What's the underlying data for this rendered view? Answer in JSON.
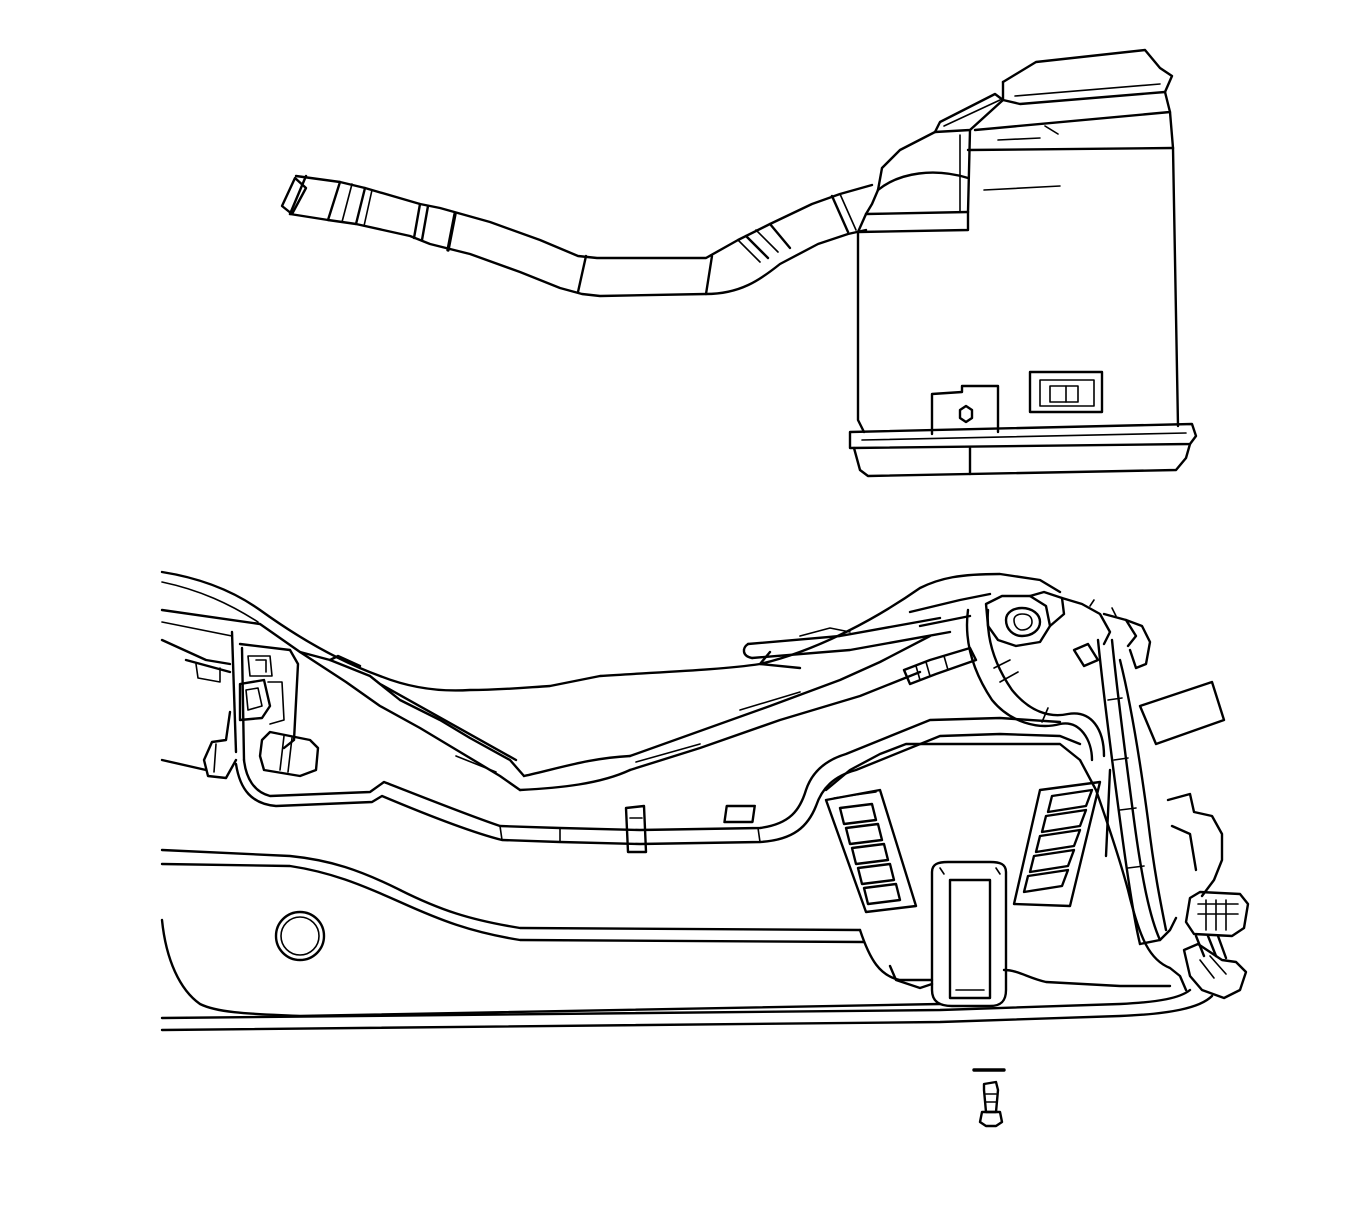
{
  "diagram": {
    "background_color": "#ffffff",
    "line_color": "#000000",
    "components": [
      {
        "name": "evap-canister",
        "view": "removed"
      },
      {
        "name": "canister-vent-hose",
        "view": "removed"
      },
      {
        "name": "fuel-tank-assembly",
        "view": "installed"
      },
      {
        "name": "canister-mounting-bolt",
        "view": "installed"
      }
    ]
  }
}
